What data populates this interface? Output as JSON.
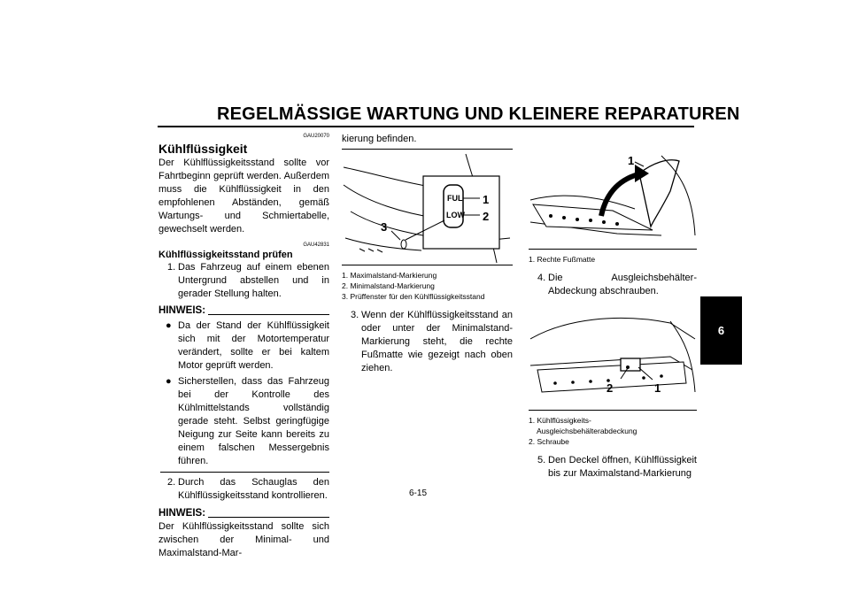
{
  "header": {
    "title": "REGELMÄSSIGE WARTUNG UND KLEINERE REPARATUREN"
  },
  "chapter_tab": "6",
  "page_number": "6-15",
  "col1": {
    "code1": "GAU20070",
    "heading": "Kühlflüssigkeit",
    "intro": "Der Kühlflüssigkeitsstand sollte vor Fahrtbeginn geprüft werden. Außerdem muss die Kühlflüssigkeit in den empfohlenen Abständen, gemäß Wartungs- und Schmiertabelle, gewechselt werden.",
    "code2": "GAU42831",
    "subheading": "Kühlflüssigkeitsstand prüfen",
    "step1_num": "1.",
    "step1": "Das Fahrzeug auf einem ebenen Untergrund abstellen und in gerader Stellung halten.",
    "hinweis1": "HINWEIS:",
    "bullet1": "Da der Stand der Kühlflüssigkeit sich mit der Motortemperatur verändert, sollte er bei kaltem Motor geprüft werden.",
    "bullet2": "Sicherstellen, dass das Fahrzeug bei der Kontrolle des Kühlmittelstands vollständig gerade steht. Selbst geringfügige Neigung zur Seite kann bereits zu einem falschen Messergebnis führen.",
    "step2_num": "2.",
    "step2": "Durch das Schauglas den Kühlflüssigkeitsstand kontrollieren.",
    "hinweis2": "HINWEIS:",
    "hinweis2_text": "Der Kühlflüssigkeitsstand sollte sich zwischen der Minimal- und Maximalstand-Mar-"
  },
  "col2": {
    "cont": "kierung befinden.",
    "fig_labels": {
      "l1": "1",
      "l2": "2",
      "l3": "3",
      "ful": "FUL",
      "low": "LOW"
    },
    "cap1": "1. Maximalstand-Markierung",
    "cap2": "2. Minimalstand-Markierung",
    "cap3": "3. Prüffenster für den Kühlflüssigkeitsstand",
    "step3_num": "3.",
    "step3": "Wenn der Kühlflüssigkeitsstand an oder unter der Minimalstand-Markierung steht, die rechte Fußmatte wie gezeigt nach oben ziehen."
  },
  "col3": {
    "fig1_label": "1",
    "cap1": "1. Rechte Fußmatte",
    "step4_num": "4.",
    "step4": "Die Ausgleichsbehälter-Abdeckung abschrauben.",
    "fig2_l1": "1",
    "fig2_l2": "2",
    "cap2a": "1. Kühlflüssigkeits-",
    "cap2b": "Ausgleichsbehälterabdeckung",
    "cap2c": "2. Schraube",
    "step5_num": "5.",
    "step5": "Den Deckel öffnen, Kühlflüssigkeit bis zur Maximalstand-Markierung"
  }
}
